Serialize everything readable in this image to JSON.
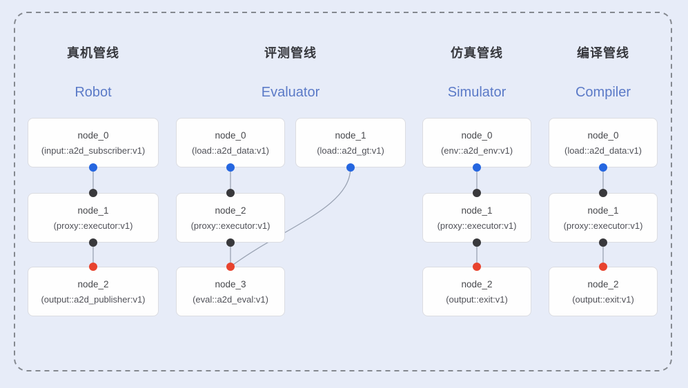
{
  "diagram": {
    "kind": "pipeline-node-graph",
    "colors": {
      "background": "#e7ecf8",
      "dashed_frame": "#84888f",
      "node_fill": "#fefefe",
      "node_border": "#dbdce1",
      "edge": "#9aa3b3",
      "output_port_dot": "#2566e0",
      "proxy_port_dot": "#39393c",
      "final_input_port_dot": "#e8432e",
      "title_en_color": "#5b7ac7",
      "title_zh_color": "#36373c"
    }
  },
  "pipelines": [
    {
      "title_zh": "真机管线",
      "title_en": "Robot",
      "nodes": [
        {
          "name": "node_0",
          "type": "(input::a2d_subscriber:v1)"
        },
        {
          "name": "node_1",
          "type": "(proxy::executor:v1)"
        },
        {
          "name": "node_2",
          "type": "(output::a2d_publisher:v1)"
        }
      ]
    },
    {
      "title_zh": "评测管线",
      "title_en": "Evaluator",
      "nodes": [
        {
          "name": "node_0",
          "type": "(load::a2d_data:v1)"
        },
        {
          "name": "node_1",
          "type": "(load::a2d_gt:v1)"
        },
        {
          "name": "node_2",
          "type": "(proxy::executor:v1)"
        },
        {
          "name": "node_3",
          "type": "(eval::a2d_eval:v1)"
        }
      ]
    },
    {
      "title_zh": "仿真管线",
      "title_en": "Simulator",
      "nodes": [
        {
          "name": "node_0",
          "type": "(env::a2d_env:v1)"
        },
        {
          "name": "node_1",
          "type": "(proxy::executor:v1)"
        },
        {
          "name": "node_2",
          "type": "(output::exit:v1)"
        }
      ]
    },
    {
      "title_zh": "编译管线",
      "title_en": "Compiler",
      "nodes": [
        {
          "name": "node_0",
          "type": "(load::a2d_data:v1)"
        },
        {
          "name": "node_1",
          "type": "(proxy::executor:v1)"
        },
        {
          "name": "node_2",
          "type": "(output::exit:v1)"
        }
      ]
    }
  ]
}
